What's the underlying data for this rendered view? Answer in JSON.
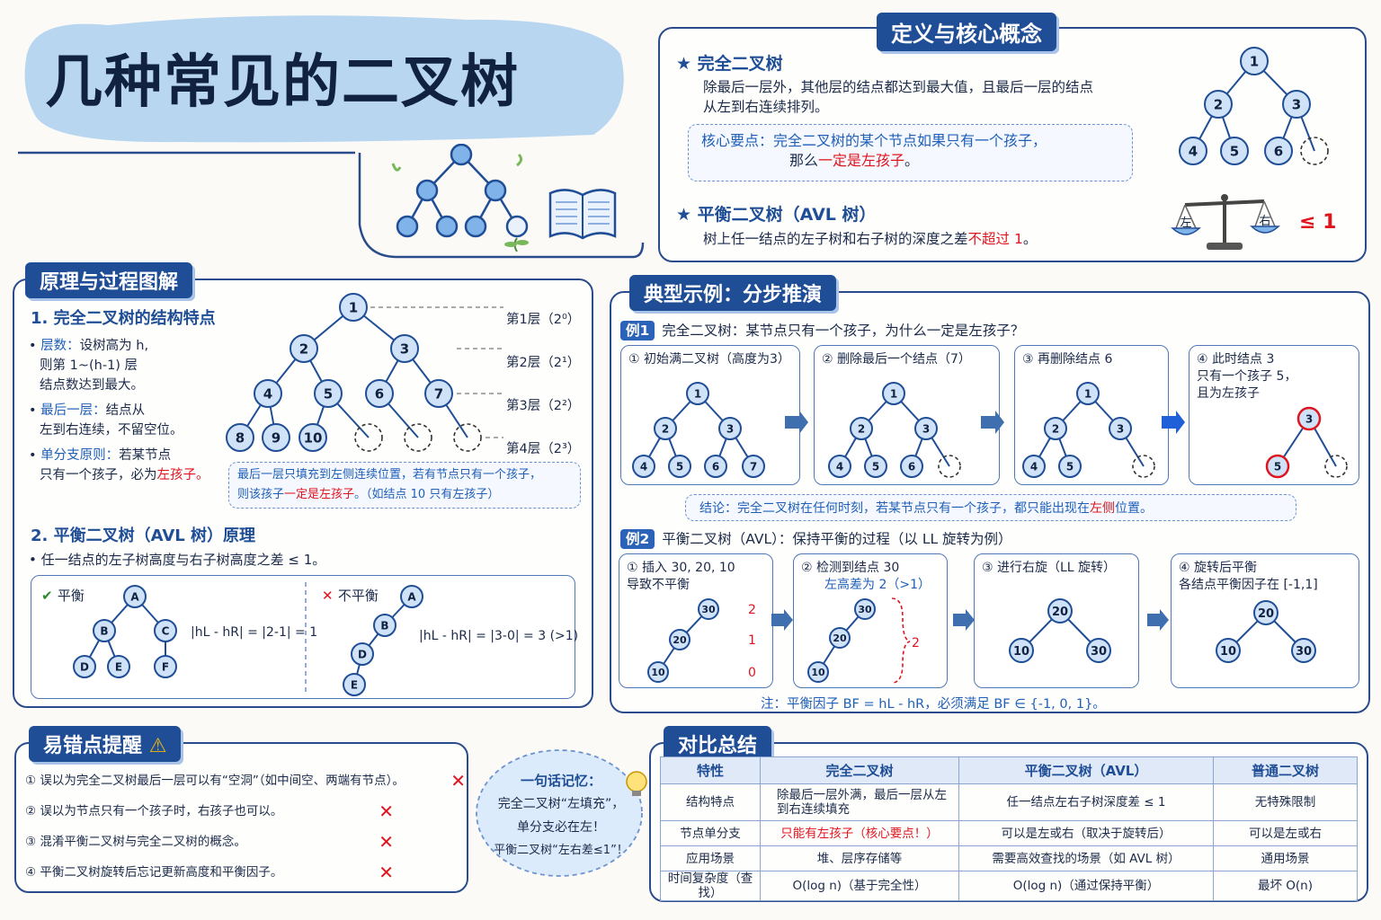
{
  "title": "几种常见的二叉树",
  "definitions": {
    "header": "定义与核心概念",
    "complete": {
      "heading": "完全二叉树",
      "desc_line1": "除最后一层外，其他层的结点都达到最大值，且最后一层的结点",
      "desc_line2": "从左到右连续排列。",
      "key_label": "核心要点：",
      "key_line1": "完全二叉树的某个节点如果只有一个孩子，",
      "key_line2_pre": "那么",
      "key_line2_red": "一定是左孩子",
      "key_line2_post": "。"
    },
    "avl": {
      "heading": "平衡二叉树（AVL 树）",
      "desc_pre": "树上任一结点的左子树和右子树的深度之差",
      "desc_red": "不超过 1",
      "desc_post": "。"
    },
    "tree_nodes": [
      "1",
      "2",
      "3",
      "4",
      "5",
      "6"
    ],
    "scale_left": "左",
    "scale_right": "右",
    "scale_rel": "≤ 1"
  },
  "principles": {
    "header": "原理与过程图解",
    "s1_title": "1. 完全二叉树的结构特点",
    "b1_label": "层数：",
    "b1_text1": "设树高为 h,",
    "b1_text2": "则第 1~(h-1) 层",
    "b1_text3": "结点数达到最大。",
    "b2_label": "最后一层：",
    "b2_text1": "结点从",
    "b2_text2": "左到右连续，不留空位。",
    "b3_label": "单分支原则：",
    "b3_text1": "若某节点",
    "b3_text2_pre": "只有一个孩子，必为",
    "b3_text2_red": "左孩子。",
    "levels": [
      "第1层（2⁰）",
      "第2层（2¹）",
      "第3层（2²）",
      "第4层（2³）"
    ],
    "tree_nodes": [
      "1",
      "2",
      "3",
      "4",
      "5",
      "6",
      "7",
      "8",
      "9",
      "10"
    ],
    "note_line1": "最后一层只填充到左侧连续位置，若有节点只有一个孩子，",
    "note_line2_pre": "则该孩子",
    "note_line2_red": "一定是左孩子",
    "note_line2_post": "。（如结点 10 只有左孩子）",
    "s2_title": "2. 平衡二叉树（AVL 树）原理",
    "s2_bullet": "任一结点的左子树高度与右子树高度之差 ≤ 1。",
    "balanced_label": "平衡",
    "balanced_formula": "|hL - hR| = |2-1| = 1",
    "unbalanced_label": "不平衡",
    "unbalanced_formula": "|hL - hR| = |3-0| = 3 (>1)",
    "balanced_nodes": [
      "A",
      "B",
      "C",
      "D",
      "E",
      "F"
    ],
    "unbalanced_nodes": [
      "A",
      "B",
      "D",
      "E"
    ]
  },
  "examples": {
    "header": "典型示例：分步推演",
    "ex1_tag": "例1",
    "ex1_title": "完全二叉树：某节点只有一个孩子，为什么一定是左孩子？",
    "ex1_steps": [
      "① 初始满二叉树（高度为3）",
      "② 删除最后一个结点（7）",
      "③ 再删除结点 6",
      "④ 此时结点 3\n只有一个孩子 5，\n且为左孩子"
    ],
    "ex1_conclusion_pre": "结论：完全二叉树在任何时刻，若某节点只有一个孩子，都只能出现在",
    "ex1_conclusion_red": "左侧",
    "ex1_conclusion_post": "位置。",
    "ex2_tag": "例2",
    "ex2_title": "平衡二叉树（AVL）：保持平衡的过程（以 LL 旋转为例）",
    "ex2_steps": [
      "① 插入 30, 20, 10\n导致不平衡",
      "② 检测到结点 30",
      "③ 进行右旋（LL 旋转）",
      "④ 旋转后平衡\n各结点平衡因子在 [-1,1]"
    ],
    "ex2_step2_blue": "左高差为 2（>1）",
    "ex2_heights": [
      "2",
      "1",
      "0"
    ],
    "ex2_brace": "2",
    "ex2_note": "注：平衡因子 BF = hL - hR，必须满足 BF ∈ {-1, 0, 1}。",
    "nodes": [
      "1",
      "2",
      "3",
      "4",
      "5",
      "6",
      "7",
      "10",
      "20",
      "30"
    ]
  },
  "mistakes": {
    "header": "易错点提醒",
    "items": [
      "① 误以为完全二叉树最后一层可以有“空洞”（如中间空、两端有节点）。",
      "② 误以为节点只有一个孩子时，右孩子也可以。",
      "③ 混淆平衡二叉树与完全二叉树的概念。",
      "④ 平衡二叉树旋转后忘记更新高度和平衡因子。"
    ],
    "mark": "✕"
  },
  "memo": {
    "title": "一句话记忆：",
    "line1": "完全二叉树“左填充”，",
    "line2": "单分支必在左！",
    "line3": "平衡二叉树“左右差≤1”！"
  },
  "comparison": {
    "header": "对比总结",
    "columns": [
      "特性",
      "完全二叉树",
      "平衡二叉树（AVL）",
      "普通二叉树"
    ],
    "rows": [
      [
        "结构特点",
        "除最后一层外满，最后一层从左到右连续填充",
        "任一结点左右子树深度差 ≤ 1",
        "无特殊限制"
      ],
      [
        "节点单分支",
        "只能有左孩子（核心要点！）",
        "可以是左或右（取决于旋转后）",
        "可以是左或右"
      ],
      [
        "应用场景",
        "堆、层序存储等",
        "需要高效查找的场景（如 AVL 树）",
        "通用场景"
      ],
      [
        "时间复杂度（查找）",
        "O(log n)（基于完全性）",
        "O(log n)（通过保持平衡）",
        "最坏 O(n)"
      ]
    ]
  },
  "colors": {
    "accent": "#1f4e96",
    "node_fill": "#cfe2f8",
    "node_stroke": "#1f4e96",
    "red": "#e0141e"
  }
}
